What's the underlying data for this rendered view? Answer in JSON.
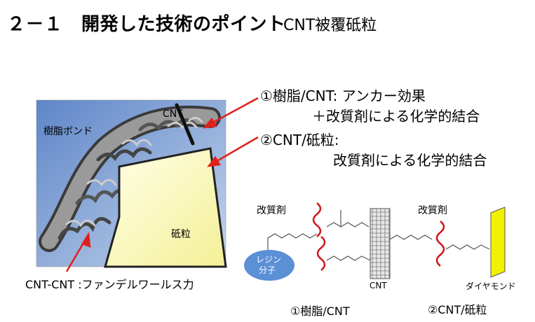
{
  "title": "２－１　開発した技術のポイント",
  "subtitle": "CNT被覆砥粒",
  "left_figure": {
    "label_resin_bond": "樹脂ボンド",
    "label_cnt": "CNT",
    "label_abrasive": "砥粒",
    "caption_cnt_cnt": "CNT-CNT :ファンデルワールス力"
  },
  "callouts": {
    "c1_line1": "①樹脂/CNT: アンカー効果",
    "c1_line2": "＋改質剤による化学的結合",
    "c2_line1": "②CNT/砥粒:",
    "c2_line2": "改質剤による化学的結合"
  },
  "right_figure": {
    "modifier_left": "改質剤",
    "modifier_right": "改質剤",
    "resin_line1": "レジン",
    "resin_line2": "分子",
    "cnt_label": "CNT",
    "diamond_label": "ダイヤモンド",
    "caption_left": "①樹脂/CNT",
    "caption_right": "②CNT/砥粒"
  },
  "colors": {
    "arrow_red": "#e0201b",
    "resin_blob": "#5b8fd6",
    "diamond_yellow": "#f2f200",
    "abrasive_fill": "#ffffc0",
    "bond_background": "#7b9fd6"
  }
}
